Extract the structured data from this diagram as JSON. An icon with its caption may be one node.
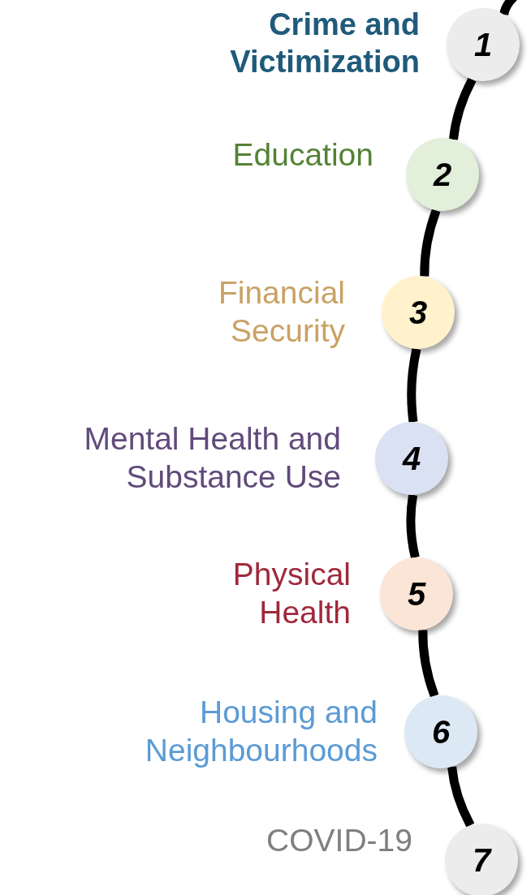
{
  "diagram": {
    "nodes": [
      {
        "text": [
          "1"
        ],
        "beside": [
          "Crime and Victimization"
        ]
      },
      {
        "text": [
          "2"
        ],
        "beside": [
          "Education"
        ]
      },
      {
        "text": [
          "3"
        ],
        "beside": [
          "Financial Security"
        ]
      },
      {
        "text": [
          "4"
        ],
        "beside": [
          "Mental Health and Substance Use"
        ]
      },
      {
        "text": [
          "5"
        ],
        "beside": [
          "Physical Health"
        ]
      },
      {
        "text": [
          "6"
        ],
        "beside": [
          "Housing and Neighbourhoods"
        ]
      },
      {
        "text": [
          "7"
        ],
        "beside": [
          "COVID-19"
        ]
      }
    ],
    "edges": [
      {
        "from": null,
        "to": 0,
        "arrow": "none"
      },
      {
        "from": 0,
        "to": 1,
        "arrow": "none"
      },
      {
        "from": 1,
        "to": 2,
        "arrow": "none"
      },
      {
        "from": 2,
        "to": 3,
        "arrow": "none"
      },
      {
        "from": 3,
        "to": 4,
        "arrow": "none"
      },
      {
        "from": 4,
        "to": 5,
        "arrow": "none"
      },
      {
        "from": 5,
        "to": 6,
        "arrow": "none"
      }
    ]
  }
}
